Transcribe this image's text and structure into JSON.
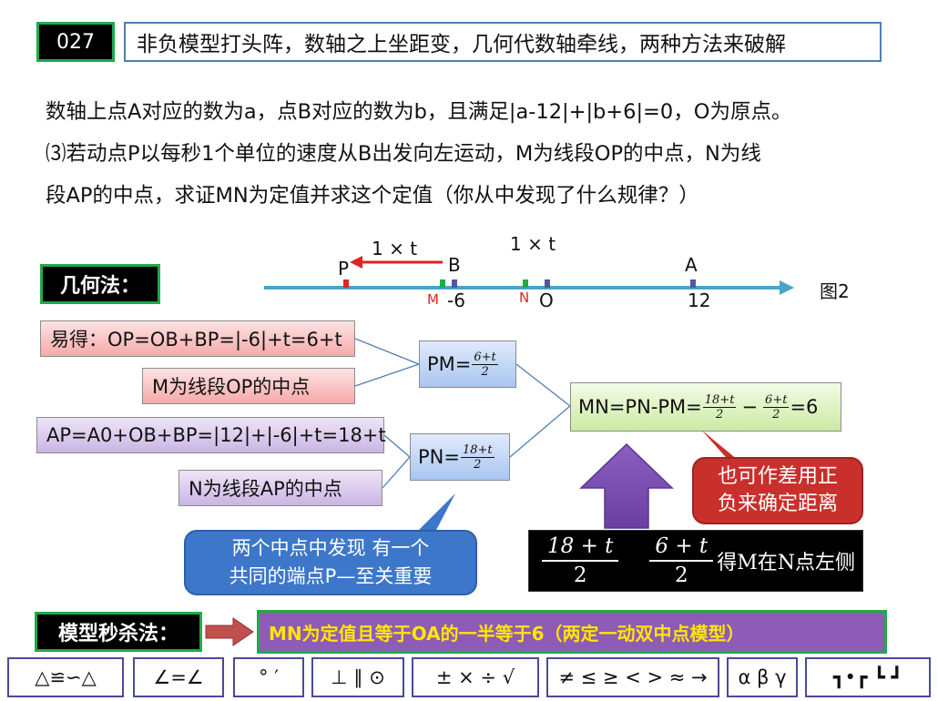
{
  "header": {
    "code": "027",
    "title": "非负模型打头阵，数轴之上坐距变，几何代数轴牵线，两种方法来破解"
  },
  "problem": {
    "line1": "数轴上点A对应的数为a，点B对应的数为b，且满足|a-12|+|b+6|=0，O为原点。",
    "line2": "⑶若动点P以每秒1个单位的速度从B出发向左运动，M为线段OP的中点，N为线",
    "line3": "段AP的中点，求证MN为定值并求这个定值（你从中发现了什么规律？）"
  },
  "number_line": {
    "speed_label_1": "1 × t",
    "speed_label_2": "1 × t",
    "point_P": "P",
    "point_B": "B",
    "point_A": "A",
    "point_M": "M",
    "point_N": "N",
    "point_O": "O",
    "tick_B": "-6",
    "tick_A": "12",
    "figure_label": "图2",
    "colors": {
      "line": "#4aa3c9",
      "P": "#e32222",
      "M": "#1faa4a",
      "N": "#1faa4a",
      "B": "#4a5aa5",
      "O": "#4a5aa5",
      "A": "#4a5aa5",
      "arrow": "#e32222"
    }
  },
  "geometry_method": {
    "label": "几何法：",
    "box_op": "易得：OP=OB+BP=|-6|+t=6+t",
    "box_m_mid": "M为线段OP的中点",
    "box_ap": "AP=A0+OB+BP=|12|+|-6|+t=18+t",
    "box_n_mid": "N为线段AP的中点",
    "pm": {
      "lhs": "PM=",
      "num": "6+t",
      "den": "2"
    },
    "pn": {
      "lhs": "PN=",
      "num": "18+t",
      "den": "2"
    },
    "mn": {
      "lhs": "MN=PN-PM=",
      "num1": "18+t",
      "den1": "2",
      "minus": "−",
      "num2": "6+t",
      "den2": "2",
      "rhs": "=6"
    }
  },
  "callouts": {
    "red": [
      "也可作差用正",
      "负来确定距离"
    ],
    "blue": [
      "两个中点中发现 有一个",
      "共同的端点P—至关重要"
    ]
  },
  "black_box": {
    "num1": "18 + t",
    "den1": "2",
    "num2": "6 + t",
    "den2": "2",
    "text": "得M在N点左侧"
  },
  "model_method": {
    "label": "模型秒杀法：",
    "conclusion": "MN为定值且等于OA的一半等于6（两定一动双中点模型）"
  },
  "symbol_toolbar": [
    "△≌∽△",
    "∠=∠",
    "°  ′",
    "⊥ ∥ ⊙",
    "±  ×  ÷ √",
    "≠ ≤ ≥ < > ≈ →",
    "α β γ",
    "┓•┏ ┗ ┛"
  ]
}
